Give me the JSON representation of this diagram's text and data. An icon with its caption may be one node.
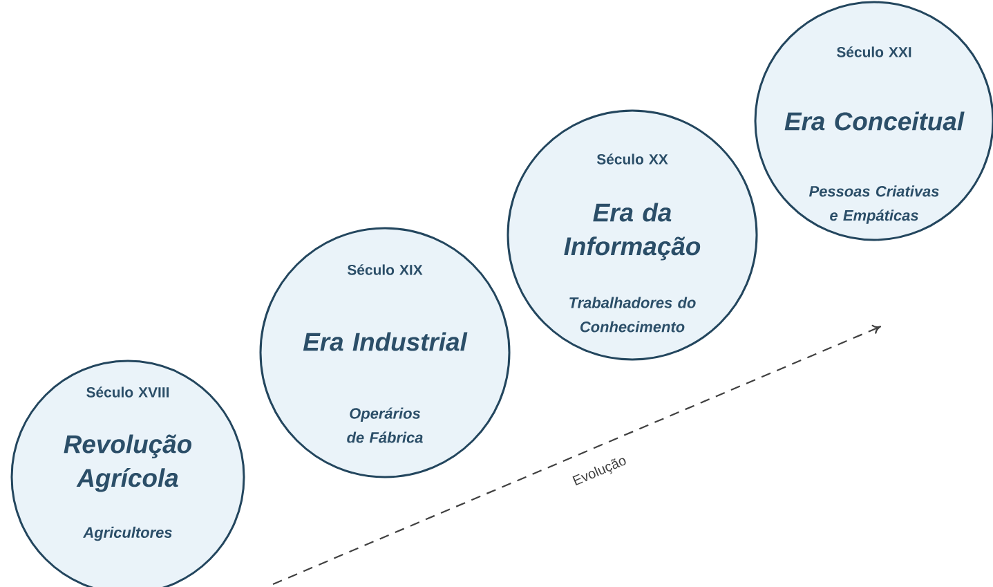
{
  "diagram": {
    "nodes": [
      {
        "text": [
          "Século XVIII",
          "Revolução Agrícola",
          "Agricultores"
        ]
      },
      {
        "text": [
          "Século XIX",
          "Era Industrial",
          "Operários de Fábrica"
        ]
      },
      {
        "text": [
          "Século XX",
          "Era da Informação",
          "Trabalhadores do Conhecimento"
        ]
      },
      {
        "text": [
          "Século XXI",
          "Era Conceitual",
          "Pessoas Criativas e Empáticas"
        ]
      }
    ],
    "labels": [
      "Evolução"
    ]
  }
}
